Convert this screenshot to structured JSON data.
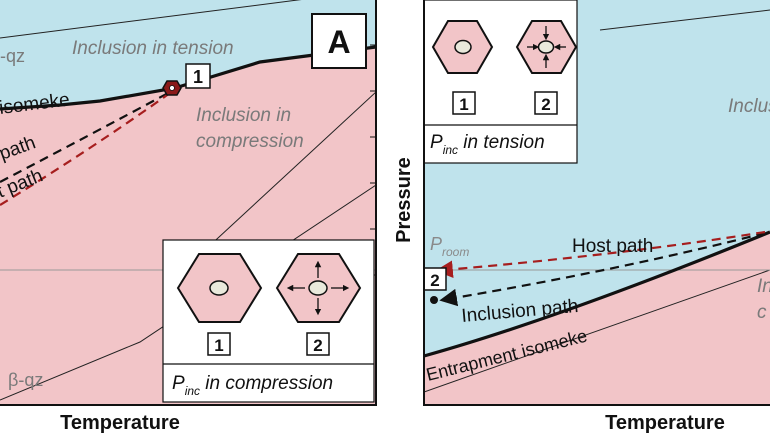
{
  "left_panel": {
    "panel_letter": "A",
    "xlabel": "Temperature",
    "region_tension_label": "Inclusion in tension",
    "region_compression_line1": "Inclusion in",
    "region_compression_line2": "compression",
    "isomeke_label": "isomeke",
    "label_qz_top": "-qz",
    "label_bqz": "β-qz",
    "inclusion_path_fragment": "path",
    "host_path_fragment": "t path",
    "point_1": "1",
    "inset": {
      "title_p": "P",
      "title_sub": "inc",
      "title_rest": " in compression",
      "state_1": "1",
      "state_2": "2"
    }
  },
  "right_panel": {
    "xlabel": "Temperature",
    "ylabel": "Pressure",
    "proom_p": "P",
    "proom_sub": "room",
    "host_path_label": "Host path",
    "inclusion_path_label": "Inclusion path",
    "isomeke_label": "Entrapment isomeke",
    "region_fragment_top": "Inclus",
    "region_fragment_right1": "In",
    "region_fragment_right2": "c",
    "point_2": "2",
    "inset": {
      "title_p": "P",
      "title_sub": "inc",
      "title_rest": " in tension",
      "state_1": "1",
      "state_2": "2"
    }
  },
  "colors": {
    "tension_fill": "#bfe3ec",
    "compression_fill": "#f2c5c8",
    "host_path": "#a61e1e",
    "inclusion_path": "#1a1a1a",
    "inclusion_marker": "#8b1a1a"
  }
}
